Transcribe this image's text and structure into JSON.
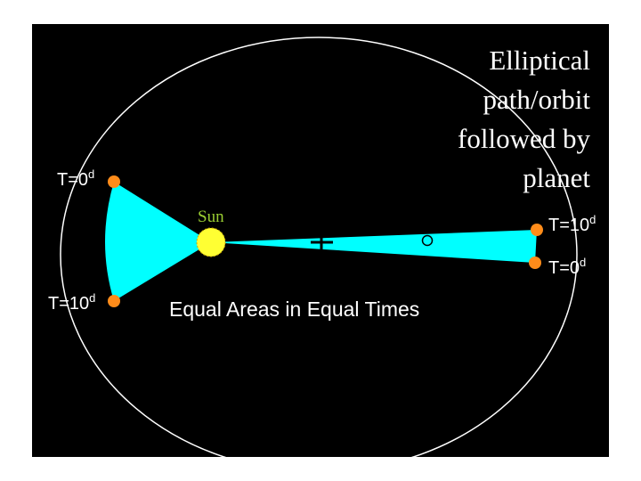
{
  "diagram": {
    "orbit_label": [
      "Elliptical",
      "path/orbit",
      "followed by",
      "planet"
    ],
    "sun_label": "Sun",
    "caption": "Equal Areas in Equal Times",
    "markers": {
      "left_top": {
        "base": "T=0",
        "sup": "d"
      },
      "left_bottom": {
        "base": "T=10",
        "sup": "d"
      },
      "right_top": {
        "base": "T=10",
        "sup": "d"
      },
      "right_bottom": {
        "base": "T=0",
        "sup": "d"
      }
    },
    "colors": {
      "background": "#000000",
      "orbit": "#ffffff",
      "swept_area": "#00ffff",
      "planet_dot": "#ff8c1a",
      "sun": "#ffff33",
      "sun_label": "#9acd32",
      "text": "#ffffff"
    }
  }
}
